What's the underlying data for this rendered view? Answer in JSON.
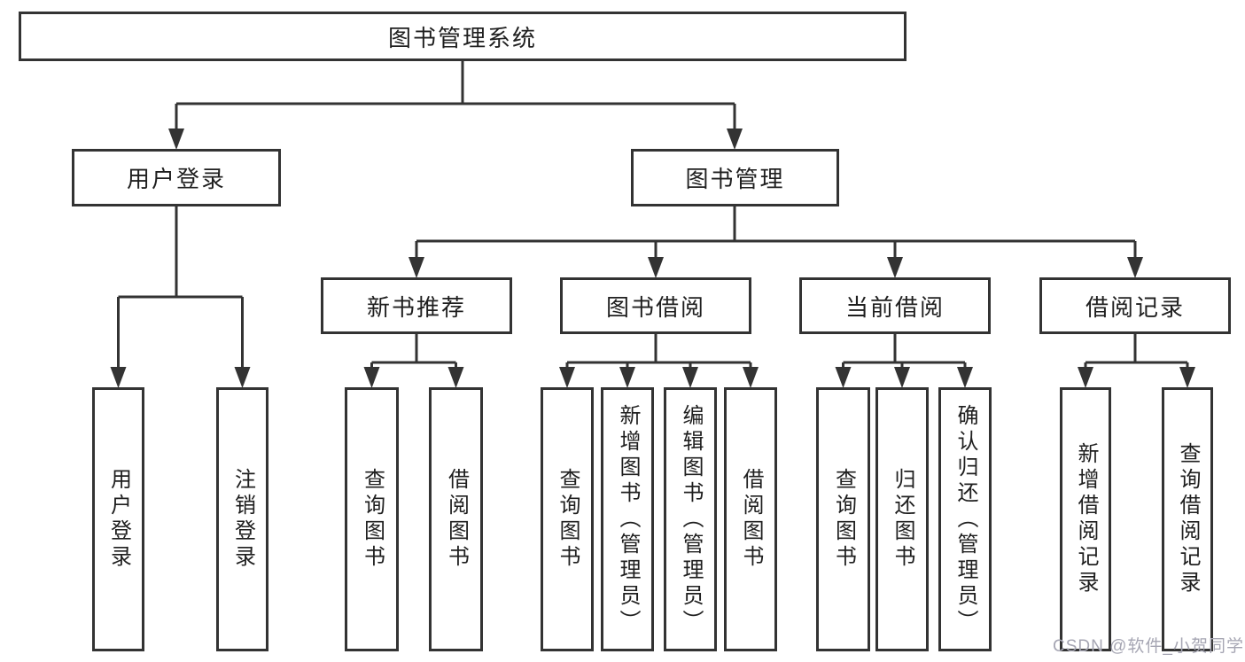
{
  "colors": {
    "line": "#333333",
    "node_border": "#333333",
    "node_text": "#1f1f1f",
    "background": "#ffffff",
    "watermark": "#a6a6b3"
  },
  "diagram": {
    "root": "图书管理系统",
    "branches": [
      {
        "label": "用户登录",
        "children": [
          "用户登录",
          "注销登录"
        ]
      },
      {
        "label": "图书管理",
        "groups": [
          {
            "label": "新书推荐",
            "children": [
              "查询图书",
              "借阅图书"
            ]
          },
          {
            "label": "图书借阅",
            "children": [
              "查询图书",
              "新增图书（管理员）",
              "编辑图书（管理员）",
              "借阅图书"
            ]
          },
          {
            "label": "当前借阅",
            "children": [
              "查询图书",
              "归还图书",
              "确认归还（管理员）"
            ]
          },
          {
            "label": "借阅记录",
            "children": [
              "新增借阅记录",
              "查询借阅记录"
            ]
          }
        ]
      }
    ]
  },
  "watermark": "CSDN @软件_小贺同学"
}
